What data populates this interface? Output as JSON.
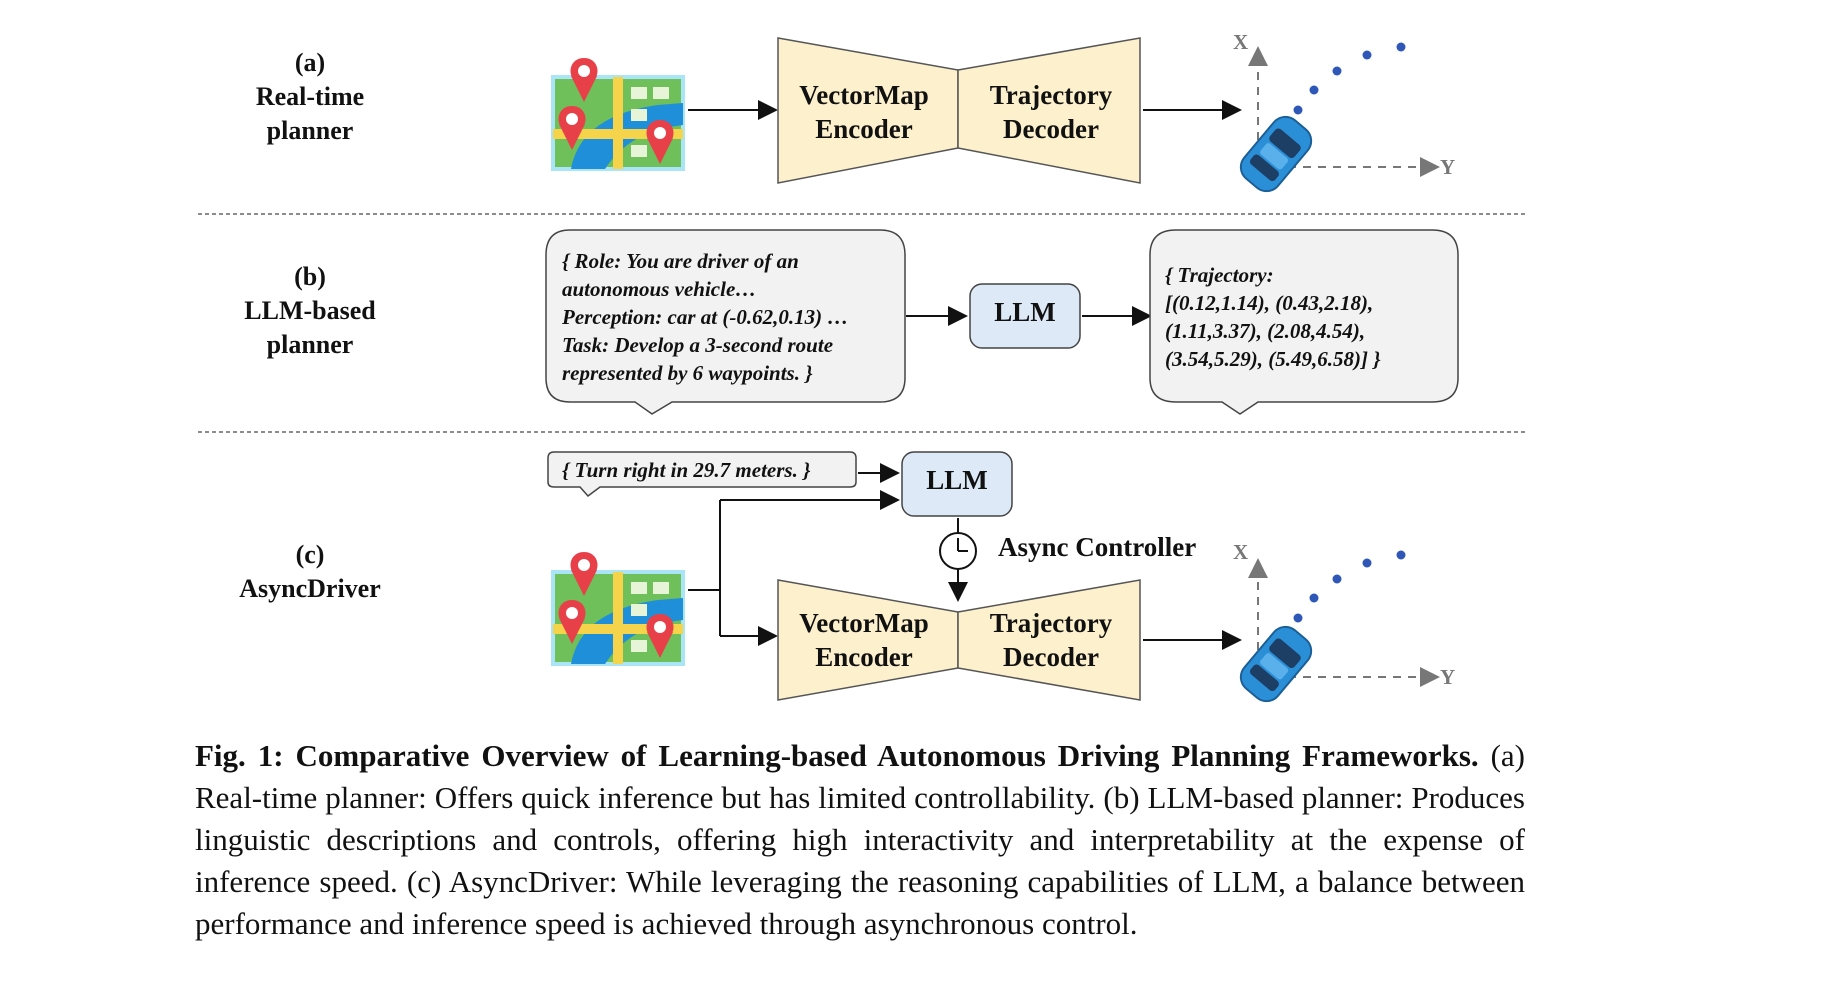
{
  "rows": [
    {
      "id": "a",
      "label_lines": [
        "(a)",
        "Real-time",
        "planner"
      ]
    },
    {
      "id": "b",
      "label_lines": [
        "(b)",
        "LLM-based",
        "planner"
      ]
    },
    {
      "id": "c",
      "label_lines": [
        "(c)",
        "AsyncDriver"
      ]
    }
  ],
  "encoder_lines": [
    "VectorMap",
    "Encoder"
  ],
  "decoder_lines": [
    "Trajectory",
    "Decoder"
  ],
  "llm_label": "LLM",
  "prompt_lines": [
    "{ Role: You are driver of an",
    "autonomous vehicle…",
    "Perception: car at (-0.62,0.13) …",
    "Task: Develop a 3-second route",
    "represented by 6 waypoints. }"
  ],
  "trajectory_lines": [
    "{ Trajectory:",
    "[(0.12,1.14), (0.43,2.18),",
    "(1.11,3.37), (2.08,4.54),",
    "(3.54,5.29), (5.49,6.58)] }"
  ],
  "instruction_text": "{ Turn right in 29.7 meters. }",
  "async_controller_label": "Async Controller",
  "axis_x": "X",
  "axis_y": "Y",
  "caption": {
    "bold": "Fig. 1: Comparative Overview of Learning-based Autonomous Driving Planning Frameworks.",
    "text": " (a) Real-time planner: Offers quick inference but has limited controllability. (b) LLM-based planner: Produces linguistic descriptions and controls, offering high interactivity and interpretability at the expense of inference speed. (c) AsyncDriver: While leveraging the reasoning capabilities of LLM, a balance between performance and inference speed is achieved through asynchronous control."
  },
  "colors": {
    "encoder_fill": "#fdf1cd",
    "llm_fill": "#dde9f7",
    "bubble_fill": "#f2f2f2",
    "car": "#2a8fd6",
    "waypoint": "#2f57b8",
    "pin": "#e84048",
    "map_green": "#6fbf5b",
    "map_road": "#f5d34a",
    "map_blue": "#1f8fd9"
  }
}
